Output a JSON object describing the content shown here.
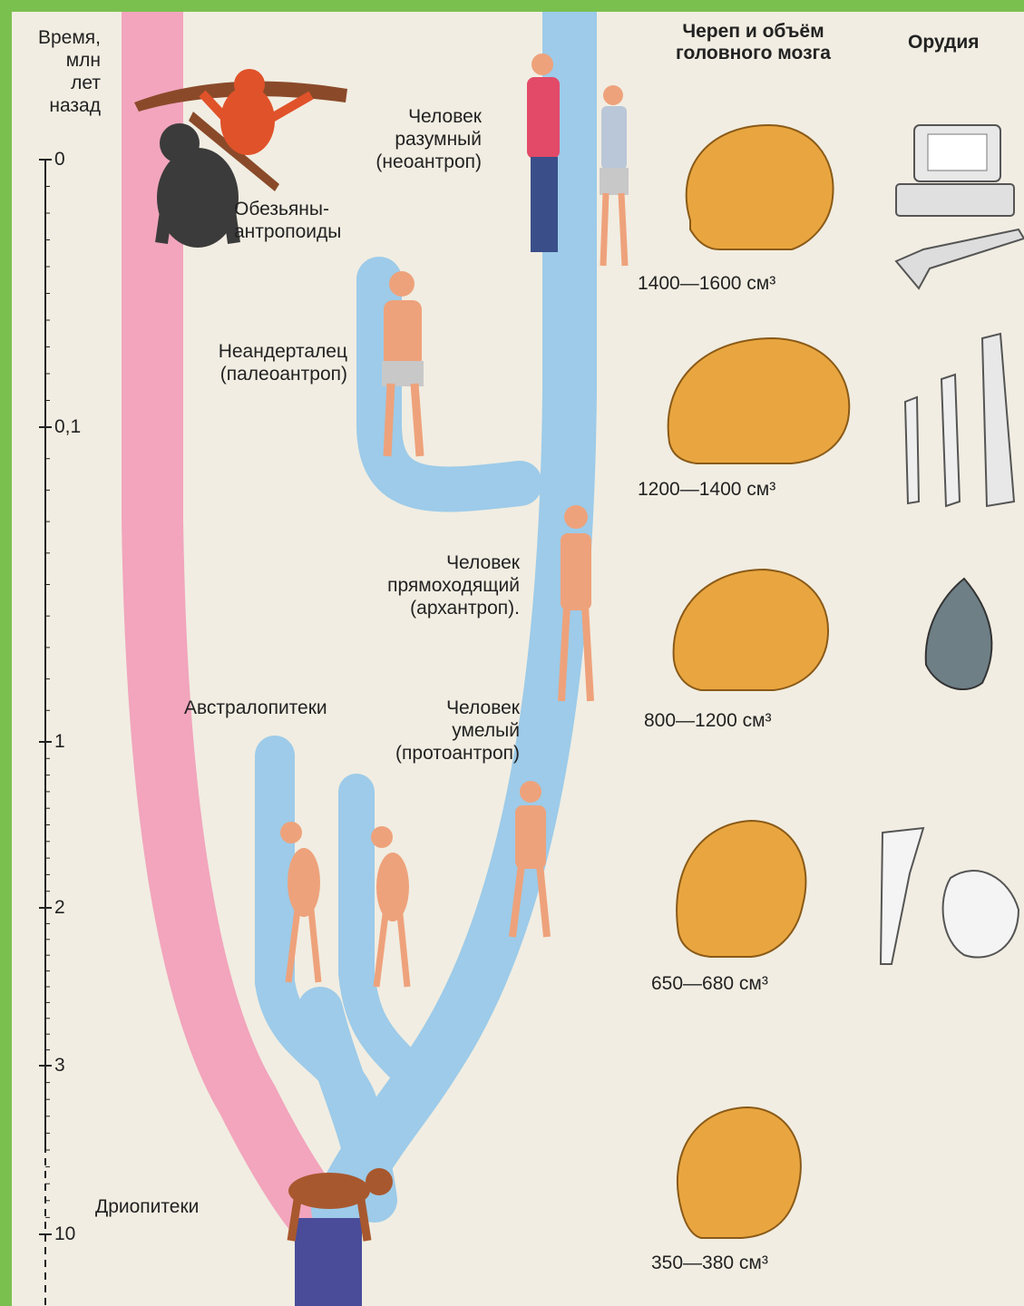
{
  "axis": {
    "title": "Время,\nмлн\nлет\nназад",
    "ticks": [
      {
        "label": "0",
        "value": 0
      },
      {
        "label": "0,1",
        "value": 0.1
      },
      {
        "label": "1",
        "value": 1
      },
      {
        "label": "2",
        "value": 2
      },
      {
        "label": "3",
        "value": 3
      },
      {
        "label": "10",
        "value": 10
      }
    ]
  },
  "headers": {
    "skull": "Череп и объём\nголовного мозга",
    "tools": "Орудия"
  },
  "groups": {
    "apes": "Обезьяны-\nантропоиды",
    "sapiens": "Человек\nразумный\n(неоантроп)",
    "neanderthal": "Неандерталец\n(палеоантроп)",
    "erectus": "Человек\nпрямоходящий\n(архантроп).",
    "australopithecus": "Австралопитеки",
    "habilis": "Человек\nумелый\n(протоантроп)",
    "dryopithecus": "Дриопитеки"
  },
  "brain_volumes": [
    "1400—1600 см³",
    "1200—1400 см³",
    "800—1200 см³",
    "650—680 см³",
    "350—380 см³"
  ],
  "colors": {
    "frame": "#7ac04f",
    "paper": "#f1ede2",
    "ape_branch": "#f2a5bd",
    "human_branch": "#9dcbe9",
    "root": "#4a4c9a",
    "skull": "#e9a640",
    "skin": "#eea27b"
  }
}
